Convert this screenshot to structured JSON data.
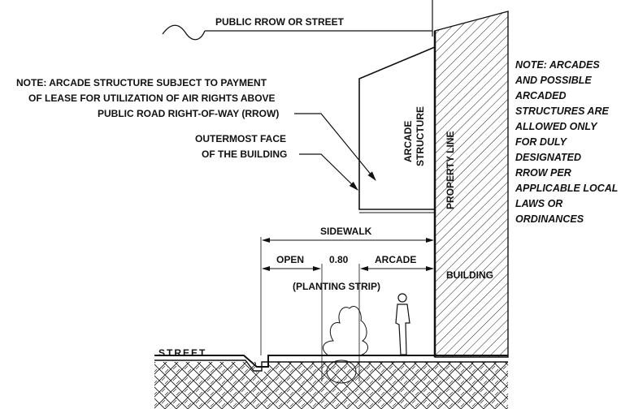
{
  "top_label": "PUBLIC RROW OR STREET",
  "note_left": [
    "NOTE:   ARCADE STRUCTURE SUBJECT TO PAYMENT",
    "OF LEASE FOR UTILIZATION OF AIR RIGHTS ABOVE",
    "PUBLIC ROAD RIGHT-OF-WAY (RROW)"
  ],
  "outermost_face": [
    "OUTERMOST FACE",
    "OF THE BUILDING"
  ],
  "arcade_structure": [
    "ARCADE",
    "STRUCTURE"
  ],
  "property_line": "PROPERTY LINE",
  "note_right": [
    "NOTE:   ARCADES",
    "AND POSSIBLE",
    "ARCADED",
    "STRUCTURES ARE",
    "ALLOWED ONLY",
    "FOR DULY",
    "DESIGNATED",
    "RROW PER",
    "APPLICABLE LOCAL",
    "LAWS OR",
    "ORDINANCES"
  ],
  "sidewalk": "SIDEWALK",
  "open": "OPEN",
  "width_value": "0.80",
  "arcade": "ARCADE",
  "planting_strip": "(PLANTING STRIP)",
  "building": "BUILDING",
  "street": "STREET"
}
